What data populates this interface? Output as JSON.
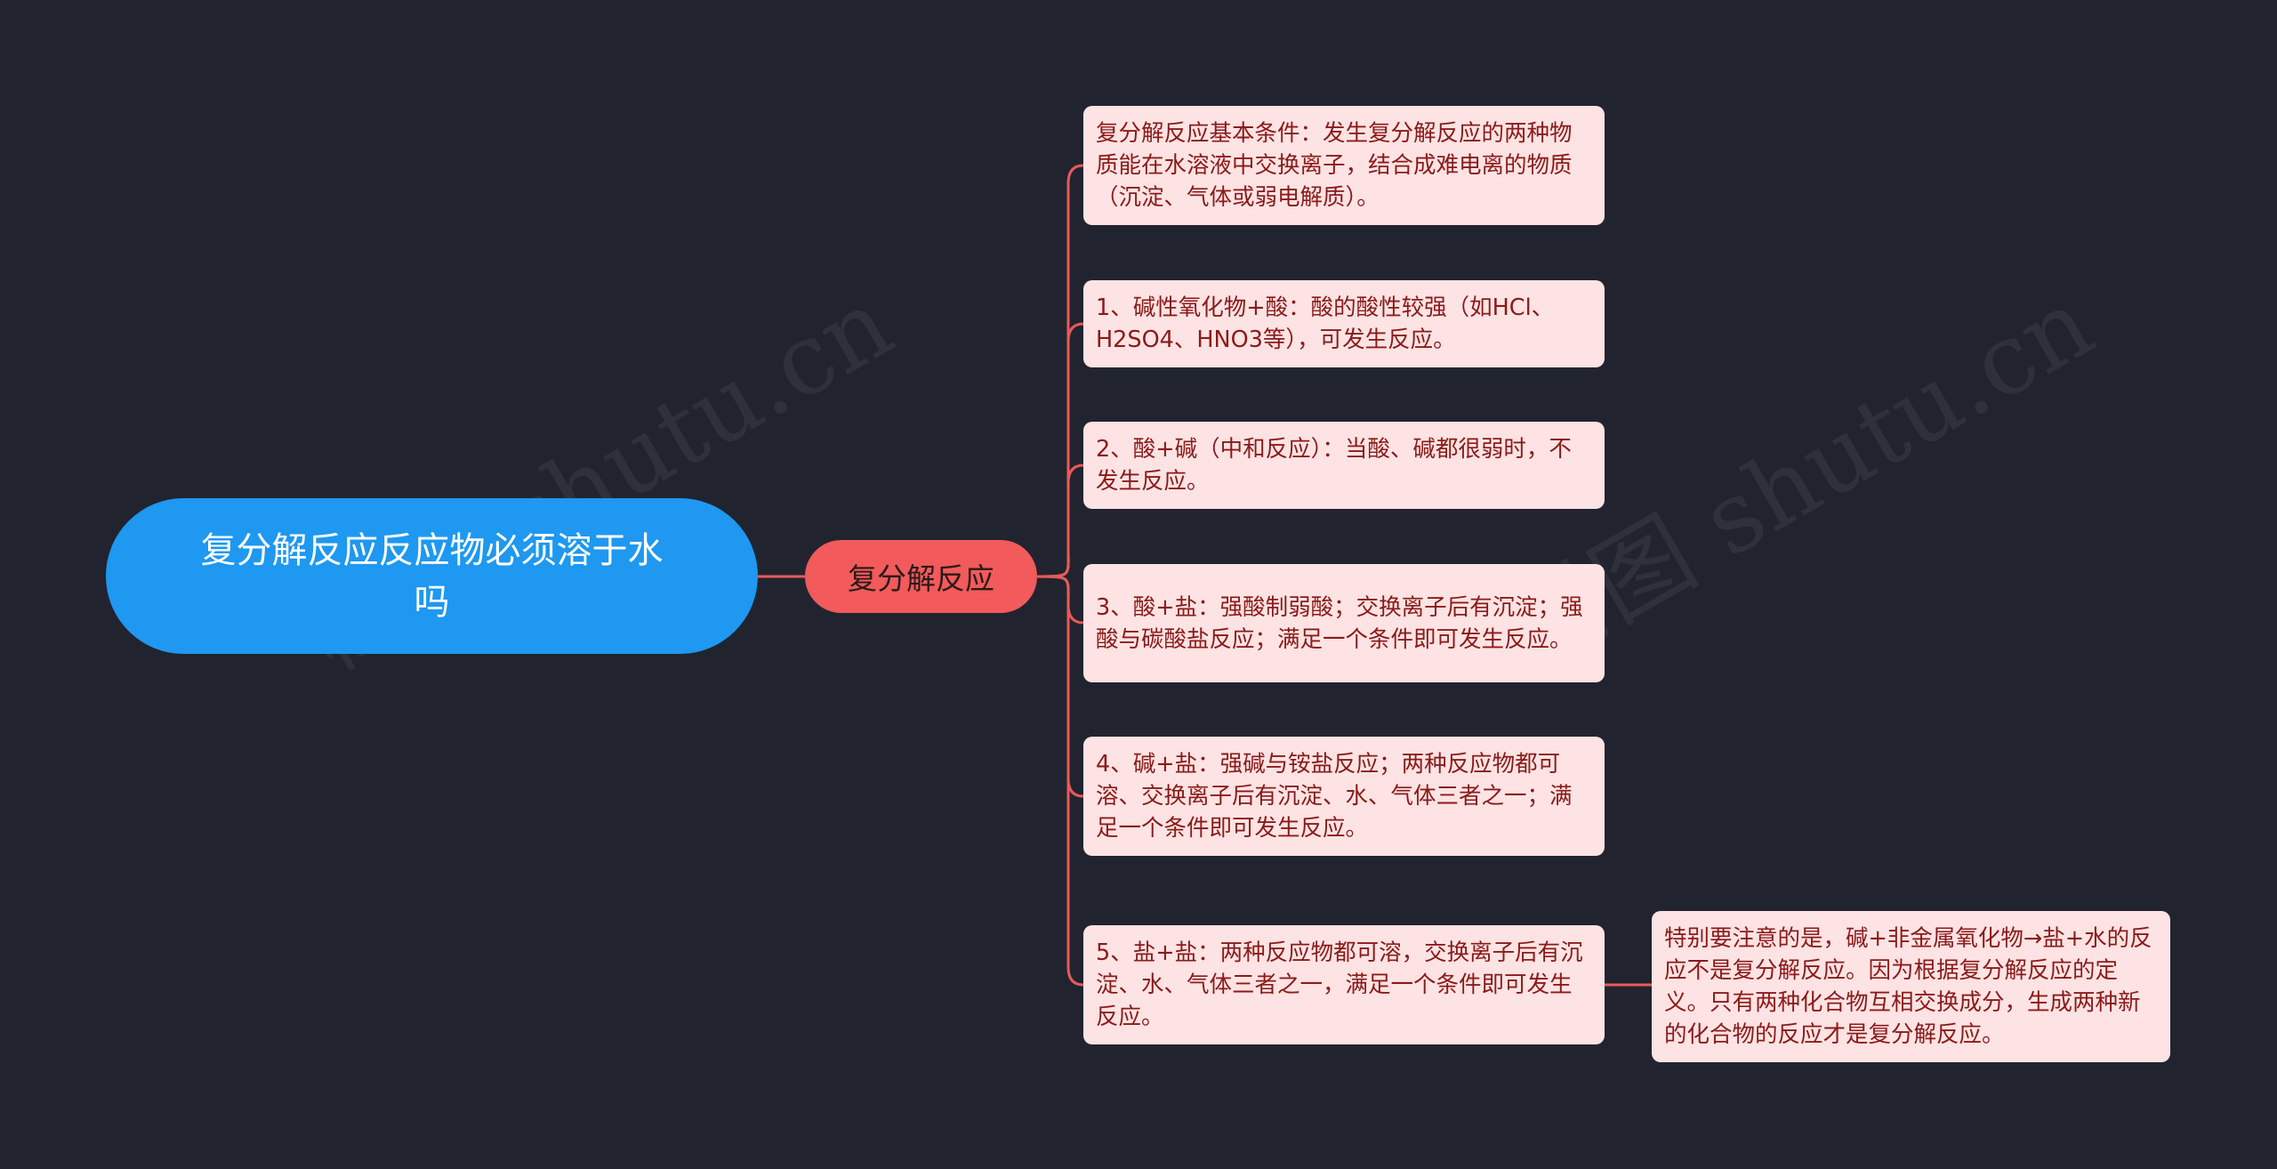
{
  "root": {
    "label": "复分解反应反应物必须溶于水吗"
  },
  "center": {
    "label": "复分解反应"
  },
  "leaves": [
    {
      "text": "复分解反应基本条件：发生复分解反应的两种物质能在水溶液中交换离子，结合成难电离的物质（沉淀、气体或弱电解质）。"
    },
    {
      "text": "1、碱性氧化物+酸：酸的酸性较强（如HCl、H2SO4、HNO3等），可发生反应。"
    },
    {
      "text": "2、酸+碱（中和反应）：当酸、碱都很弱时，不发生反应。"
    },
    {
      "text": "3、酸+盐：强酸制弱酸；交换离子后有沉淀；强酸与碳酸盐反应；满足一个条件即可发生反应。"
    },
    {
      "text": "4、碱+盐：强碱与铵盐反应；两种反应物都可溶、交换离子后有沉淀、水、气体三者之一；满足一个条件即可发生反应。"
    },
    {
      "text": "5、盐+盐：两种反应物都可溶，交换离子后有沉淀、水、气体三者之一，满足一个条件即可发生反应。"
    }
  ],
  "note": {
    "text": "特别要注意的是，碱+非金属氧化物→盐+水的反应不是复分解反应。因为根据复分解反应的定义。只有两种化合物互相交换成分，生成两种新的化合物的反应才是复分解反应。"
  },
  "watermark": "树图 shutu.cn",
  "colors": {
    "background": "#21242f",
    "root": "#1e98f0",
    "center": "#f25a5b",
    "leaf": "#fde3e3",
    "leaf_text": "#8b1a1a",
    "link": "#e85a5a"
  }
}
